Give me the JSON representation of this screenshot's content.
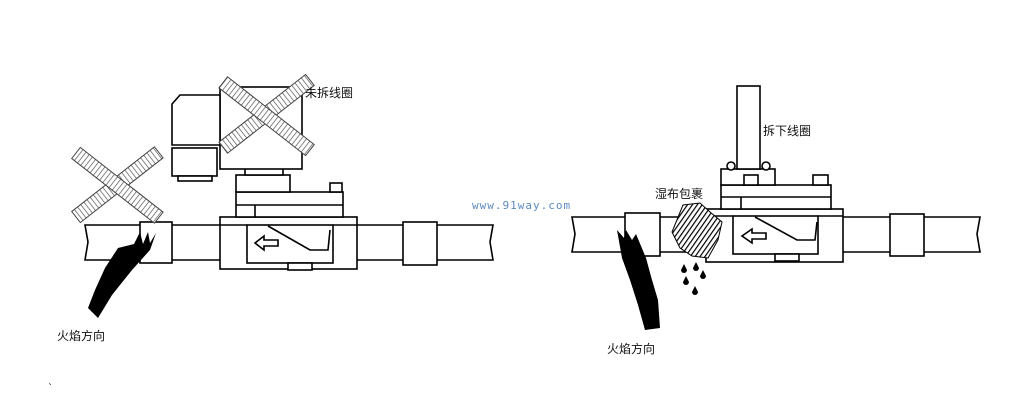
{
  "left_diagram": {
    "coil_label": "未拆线圈",
    "flame_label": "火焰方向"
  },
  "right_diagram": {
    "coil_label": "拆下线圈",
    "cloth_label": "湿布包裹",
    "flame_label": "火焰方向"
  },
  "watermark": {
    "text": "www.91way.com",
    "color": "#5b8bbf"
  },
  "stray_mark": "`"
}
